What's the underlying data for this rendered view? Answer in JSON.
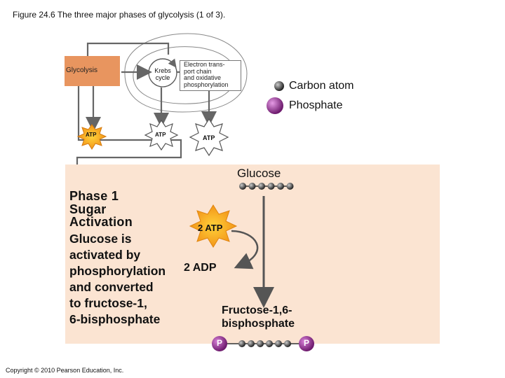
{
  "figure_title": "Figure 24.6 The three major phases of glycolysis (1 of 3).",
  "pathway": {
    "glycolysis": "Glycolysis",
    "krebs_line1": "Krebs",
    "krebs_line2": "cycle",
    "etc_lines": [
      "Electron trans-",
      "port chain",
      "and oxidative",
      "phosphorylation"
    ],
    "atp_label": "ATP"
  },
  "legend": {
    "carbon": "Carbon atom",
    "phosphate": "Phosphate"
  },
  "phase1": {
    "title_lines": [
      "Phase 1",
      "Sugar",
      "Activation"
    ],
    "desc_lines": [
      "Glucose is",
      "activated by",
      "phosphorylation",
      "and converted",
      "to fructose-1,",
      "6-bisphosphate"
    ],
    "glucose": "Glucose",
    "atp_in": "2 ATP",
    "adp_out": "2 ADP",
    "product_lines": [
      "Fructose-1,6-",
      "bisphosphate"
    ],
    "phosphate_symbol": "P"
  },
  "colors": {
    "glycolysis_box": "#e8955f",
    "panel": "#fbe4d2",
    "atp_orange": "#f59a1e",
    "phosphate_purple": "#8e2a8e",
    "carbon_gray": "#444444"
  },
  "copyright": "Copyright © 2010 Pearson Education, Inc."
}
